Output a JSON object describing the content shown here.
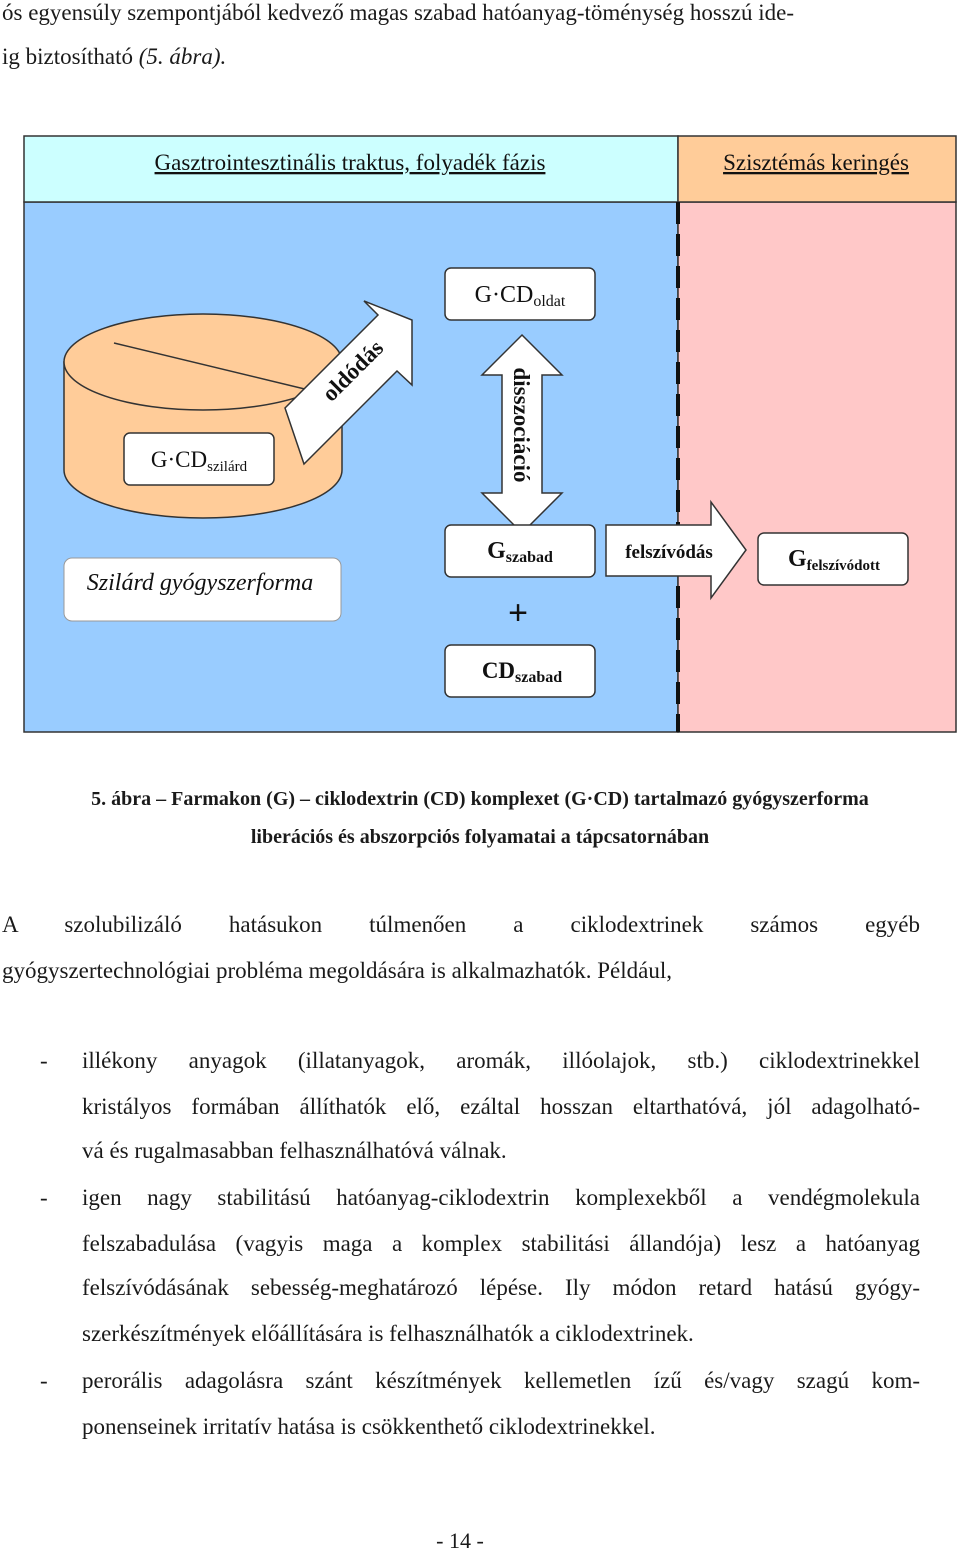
{
  "intro": {
    "line1": "ós egyensúly szempontjából kedvező magas szabad hatóanyag-töménység hosszú ide-",
    "line2_text": "ig biztosítható ",
    "line2_ref": "(5. ábra)."
  },
  "figure": {
    "header_left": "Gasztrointesztinális traktus, folyadék fázis",
    "header_right": "Szisztémás keringés",
    "solid_form_label": "Szilárd gyógyszerforma",
    "gcd_solid_main": "G·CD",
    "gcd_solid_sub": "szilárd",
    "dissolution_label": "oldódás",
    "gcd_solution_main": "G·CD",
    "gcd_solution_sub": "oldat",
    "dissociation_label": "disszociáció",
    "g_free_main": "G",
    "g_free_sub": "szabad",
    "plus": "+",
    "cd_free_main": "CD",
    "cd_free_sub": "szabad",
    "absorption_label": "felszívódás",
    "g_absorbed_main": "G",
    "g_absorbed_sub": "felszívódott"
  },
  "caption": {
    "line1": "5. ábra – Farmakon (G) – ciklodextrin (CD) komplexet (G·CD) tartalmazó gyógyszerforma",
    "line2": "liberációs és abszorpciós folyamatai a tápcsatornában"
  },
  "body": {
    "para1_line1": "A szolubilizáló hatásukon túlmenően a ciklodextrinek számos egyéb",
    "para1_line2": "gyógyszertechnológiai probléma megoldására is alkalmazhatók. Például,",
    "dash": "-",
    "items": [
      {
        "line1": "illékony anyagok (illatanyagok, aromák, illóolajok, stb.) ciklodextrinekkel",
        "line2": "kristályos formában állíthatók elő, ezáltal hosszan eltarthatóvá, jól adagolható-",
        "line3": "vá és rugalmasabban felhasználhatóvá válnak."
      },
      {
        "line1": "igen nagy stabilitású hatóanyag-ciklodextrin komplexekből a vendégmolekula",
        "line2": "felszabadulása (vagyis maga a komplex stabilitási állandója) lesz a hatóanyag",
        "line3": "felszívódásának sebesség-meghatározó lépése. Ily módon retard hatású gyógy-",
        "line4": "szerkészítmények előállítására is felhasználhatók a ciklodextrinek."
      },
      {
        "line1": "perorális adagolásra szánt készítmények kellemetlen ízű és/vagy szagú kom-",
        "line2": "ponenseinek irritatív hatása is csökkenthető ciklodextrinekkel."
      }
    ]
  },
  "page_number": "- 14 -",
  "colors": {
    "gi_blue": "#99ccff",
    "header_cyan": "#ccffff",
    "systemic_pink": "#ffc8c8",
    "header_orange": "#ffcc99",
    "tablet_orange": "#ffcc99"
  }
}
